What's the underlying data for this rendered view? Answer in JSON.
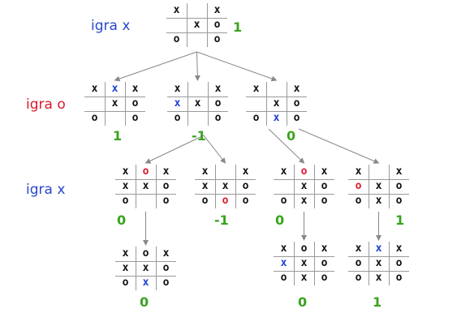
{
  "labels": [
    {
      "id": "igra-x-top",
      "text": "igra x",
      "color": "#2a47c9"
    },
    {
      "id": "igra-o",
      "text": "igra o",
      "color": "#d81b2a"
    },
    {
      "id": "igra-x-mid",
      "text": "igra x",
      "color": "#2a47c9"
    }
  ],
  "colors": {
    "blue": "#1f3fd6",
    "red": "#d81b2a",
    "score": "#3aa31f",
    "grid": "#9a9a9a",
    "arrow": "#888888"
  },
  "boards": [
    {
      "id": "root",
      "cells": [
        "x",
        "",
        "x",
        "",
        "x",
        "o",
        "o",
        "",
        "o"
      ],
      "highlight": {},
      "score": "1"
    },
    {
      "id": "b1",
      "cells": [
        "x",
        "x",
        "x",
        "",
        "x",
        "o",
        "o",
        "",
        "o"
      ],
      "highlight": {
        "1": "blue"
      },
      "score": "1"
    },
    {
      "id": "b2",
      "cells": [
        "x",
        "",
        "x",
        "x",
        "x",
        "o",
        "o",
        "",
        "o"
      ],
      "highlight": {
        "3": "blue"
      },
      "score": "-1"
    },
    {
      "id": "b3",
      "cells": [
        "x",
        "",
        "x",
        "",
        "x",
        "o",
        "o",
        "x",
        "o"
      ],
      "highlight": {
        "7": "blue"
      },
      "score": "0"
    },
    {
      "id": "b4",
      "cells": [
        "x",
        "o",
        "x",
        "x",
        "x",
        "o",
        "o",
        "",
        "o"
      ],
      "highlight": {
        "1": "red"
      },
      "score": "0"
    },
    {
      "id": "b5",
      "cells": [
        "x",
        "",
        "x",
        "x",
        "x",
        "o",
        "o",
        "o",
        "o"
      ],
      "highlight": {
        "7": "red"
      },
      "score": "-1"
    },
    {
      "id": "b6",
      "cells": [
        "x",
        "o",
        "x",
        "",
        "x",
        "o",
        "o",
        "x",
        "o"
      ],
      "highlight": {
        "1": "red"
      },
      "score": "0"
    },
    {
      "id": "b7",
      "cells": [
        "x",
        "",
        "x",
        "o",
        "x",
        "o",
        "o",
        "x",
        "o"
      ],
      "highlight": {
        "3": "red"
      },
      "score": "1"
    },
    {
      "id": "b8",
      "cells": [
        "x",
        "o",
        "x",
        "x",
        "x",
        "o",
        "o",
        "x",
        "o"
      ],
      "highlight": {
        "7": "blue"
      },
      "score": "0"
    },
    {
      "id": "b9",
      "cells": [
        "x",
        "o",
        "x",
        "x",
        "x",
        "o",
        "o",
        "x",
        "o"
      ],
      "highlight": {
        "3": "blue"
      },
      "score": "0"
    },
    {
      "id": "b10",
      "cells": [
        "x",
        "x",
        "x",
        "o",
        "x",
        "o",
        "o",
        "x",
        "o"
      ],
      "highlight": {
        "1": "blue"
      },
      "score": "1"
    }
  ],
  "edges": [
    [
      "root",
      "b1"
    ],
    [
      "root",
      "b2"
    ],
    [
      "root",
      "b3"
    ],
    [
      "b2",
      "b4"
    ],
    [
      "b2",
      "b5"
    ],
    [
      "b3",
      "b6"
    ],
    [
      "b3",
      "b7"
    ],
    [
      "b4",
      "b8"
    ],
    [
      "b6",
      "b9"
    ],
    [
      "b7",
      "b10"
    ]
  ]
}
